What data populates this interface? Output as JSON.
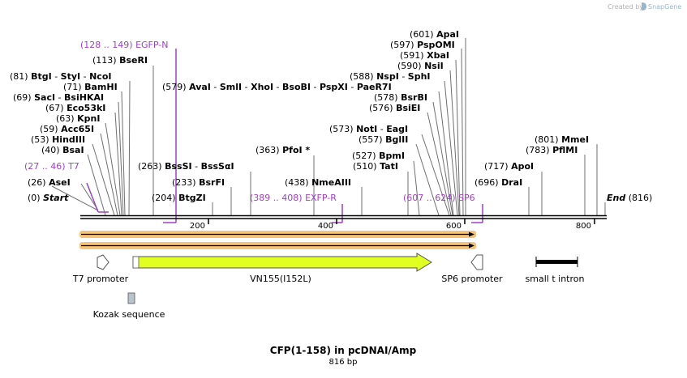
{
  "credit": {
    "prefix": "Created by",
    "brand": "SnapGene"
  },
  "map": {
    "title": "CFP(1-158) in pcDNAI/Amp",
    "subtitle": "816 bp",
    "total_bp": 816
  },
  "ruler": {
    "ticks": [
      "200",
      "400",
      "600",
      "800"
    ]
  },
  "sites": [
    {
      "pos": "(0)",
      "name": "Start",
      "italic": true
    },
    {
      "pos": "(26)",
      "name": "AseI"
    },
    {
      "pos": "(40)",
      "name": "BsaI"
    },
    {
      "pos": "(53)",
      "name": "HindIII"
    },
    {
      "pos": "(59)",
      "name": "Acc65I"
    },
    {
      "pos": "(63)",
      "name": "KpnI"
    },
    {
      "pos": "(67)",
      "name": "Eco53kI"
    },
    {
      "pos": "(69)",
      "name": "SacI",
      "alt": "BsiHKAI"
    },
    {
      "pos": "(71)",
      "name": "BamHI"
    },
    {
      "pos": "(81)",
      "name": "BtgI",
      "alt": "StyI",
      "alt2": "NcoI"
    },
    {
      "pos": "(113)",
      "name": "BseRI"
    },
    {
      "pos": "(204)",
      "name": "BtgZI"
    },
    {
      "pos": "(233)",
      "name": "BsrFI"
    },
    {
      "pos": "(263)",
      "name": "BssSI",
      "alt": "BssSαI"
    },
    {
      "pos": "(363)",
      "name": "PfoI *"
    },
    {
      "pos": "(438)",
      "name": "NmeAIII"
    },
    {
      "pos": "(510)",
      "name": "TatI"
    },
    {
      "pos": "(527)",
      "name": "BpmI"
    },
    {
      "pos": "(557)",
      "name": "BglII"
    },
    {
      "pos": "(573)",
      "name": "NotI",
      "alt": "EagI"
    },
    {
      "pos": "(576)",
      "name": "BsiEI"
    },
    {
      "pos": "(578)",
      "name": "BsrBI"
    },
    {
      "pos": "(579)",
      "name": "AvaI",
      "alt": "SmlI",
      "alt2": "XhoI",
      "alt3": "BsoBI",
      "alt4": "PspXI",
      "alt5": "PaeR7I"
    },
    {
      "pos": "(588)",
      "name": "NspI",
      "alt": "SphI"
    },
    {
      "pos": "(590)",
      "name": "NsiI"
    },
    {
      "pos": "(591)",
      "name": "XbaI"
    },
    {
      "pos": "(597)",
      "name": "PspOMI"
    },
    {
      "pos": "(601)",
      "name": "ApaI"
    },
    {
      "pos": "(696)",
      "name": "DraI"
    },
    {
      "pos": "(717)",
      "name": "ApoI"
    },
    {
      "pos": "(783)",
      "name": "PflMI"
    },
    {
      "pos": "(801)",
      "name": "MmeI"
    },
    {
      "pos": "(816)",
      "name": "End",
      "italic": true
    }
  ],
  "primers": [
    {
      "range": "(128 .. 149)",
      "name": "EGFP-N"
    },
    {
      "range": "(27 .. 46)",
      "name": "T7"
    },
    {
      "range": "(389 .. 408)",
      "name": "EXFP-R"
    },
    {
      "range": "(607 .. 624)",
      "name": "SP6"
    }
  ],
  "features": [
    {
      "name": "T7 promoter"
    },
    {
      "name": "VN155(I152L)"
    },
    {
      "name": "SP6 promoter"
    },
    {
      "name": "small t intron"
    },
    {
      "name": "Kozak sequence"
    }
  ],
  "colors": {
    "primer": "#a040c8",
    "cds_fill": "#e2ff22",
    "highlight": "#f5c37a",
    "text": "#000000",
    "leader": "#707070",
    "credit_text": "#b0b0b0",
    "credit_brand": "#9ab5c9",
    "kozak": "#b9c3cc"
  }
}
